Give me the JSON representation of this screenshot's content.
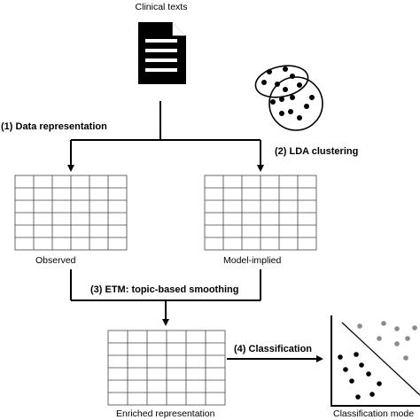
{
  "source_label": "Clinical texts",
  "steps": {
    "step1": "(1) Data representation",
    "step2": "(2) LDA clustering",
    "step3": "(3) ETM: topic-based smoothing",
    "step4": "(4) Classification"
  },
  "matrices": {
    "observed": "Observed",
    "model_implied": "Model-implied",
    "enriched": "Enriched representation"
  },
  "classifier_label": "Classification mode",
  "icons": {
    "document": "document-icon",
    "clusters": "cluster-scatter-icon",
    "classifier": "classifier-scatter-icon"
  },
  "colors": {
    "line": "#000000",
    "grid": "#444444",
    "dot_dark": "#000000",
    "dot_light": "#8a8a8a"
  }
}
